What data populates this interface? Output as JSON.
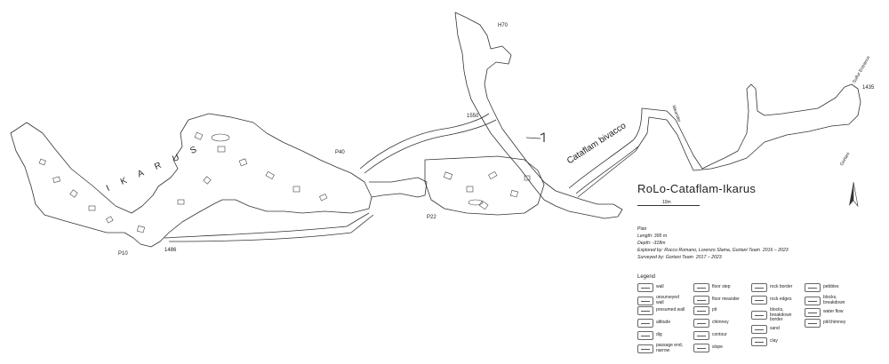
{
  "map": {
    "title": "RoLo-Cataflam-Ikarus",
    "cave_labels": {
      "ikarus": "I K A R U S",
      "bivacco": "Cataflam bivacco"
    },
    "station_labels": [
      "H70",
      "1550",
      "P40",
      "P22",
      "P10",
      "1486",
      "1435"
    ],
    "passage_labels": {
      "upper_right": "Sulfur Entrance",
      "mid": "Meander",
      "lower": "Gortani"
    },
    "scale_label": "10m",
    "info": {
      "heading": "Plan",
      "length": "Length: 395 m",
      "depth": "Depth: -318m",
      "explored": "Explored by: Rocco Romano, Lorenzo Slama, Gortani Team",
      "explored_years": "2016 – 2023",
      "surveyed": "Surveyed by: Gortani Team",
      "surveyed_years": "2017 – 2023"
    },
    "legend": {
      "title": "Legend",
      "col1": [
        "wall",
        "unsurveyed wall",
        "presumed wall",
        "altitude",
        "dig",
        "passage end, narrow"
      ],
      "col2": [
        "floor step",
        "floor meander",
        "pit",
        "chimney",
        "contour",
        "slope"
      ],
      "col3": [
        "rock border",
        "rock edges",
        "blocks, breakdown border",
        "sand",
        "clay"
      ],
      "col4": [
        "pebbles",
        "blocks, breakdown",
        "water flow",
        "pit/chimney"
      ]
    },
    "colors": {
      "line": "#333333",
      "paper": "#ffffff"
    }
  }
}
